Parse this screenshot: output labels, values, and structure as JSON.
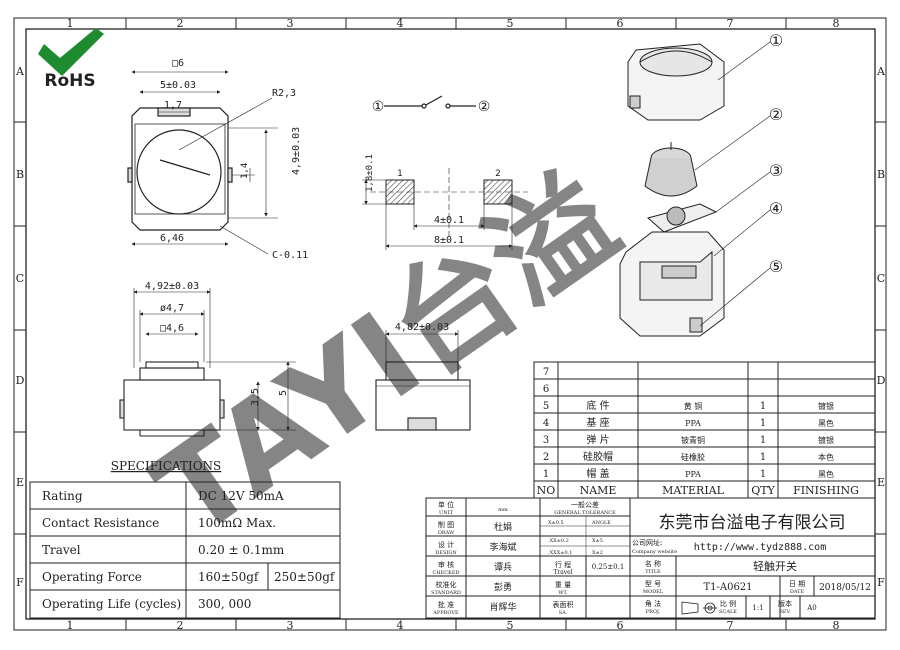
{
  "frame": {
    "columns": [
      "1",
      "2",
      "3",
      "4",
      "5",
      "6",
      "7",
      "8"
    ],
    "rows": [
      "A",
      "B",
      "C",
      "D",
      "E",
      "F"
    ]
  },
  "logo": {
    "text": "RoHS",
    "color": "#1e8c2e"
  },
  "watermark": {
    "text": "TAYI台溢",
    "color": "#7fb2e5"
  },
  "dims": {
    "top_square": "□6",
    "w503": "5±0.03",
    "w17": "1,7",
    "radius": "R2,3",
    "h14": "1,4",
    "h49": "4,9±0.03",
    "w646": "6,46",
    "chamfer": "C-0.11",
    "circuit_1": "①",
    "circuit_2": "②",
    "pad_h": "1,8±0.1",
    "pad_1": "1",
    "pad_2": "2",
    "pad_gap": "4±0.1",
    "pad_span": "8±0.1",
    "w492": "4,92±0.03",
    "d47": "ø4,7",
    "s46": "□4,6",
    "h35": "3,5",
    "h5": "5",
    "w482": "4,82±0.03"
  },
  "callouts": [
    "①",
    "②",
    "③",
    "④",
    "⑤"
  ],
  "specs": {
    "title": "SPECIFICATIONS",
    "rows": [
      {
        "label": "Rating",
        "value": "DC 12V 50mA"
      },
      {
        "label": "Contact Resistance",
        "value": "100mΩ Max."
      },
      {
        "label": "Travel",
        "value": "0.20 ± 0.1mm"
      },
      {
        "label": "Operating Force",
        "value": "160±50gf",
        "value2": "250±50gf"
      },
      {
        "label": "Operating Life (cycles)",
        "value": "300, 000"
      }
    ]
  },
  "bom": {
    "empty_rows": [
      "7",
      "6"
    ],
    "rows": [
      {
        "no": "5",
        "name": "底 件",
        "material": "黄 铜",
        "qty": "1",
        "finish": "镀银"
      },
      {
        "no": "4",
        "name": "基 座",
        "material": "PPA",
        "qty": "1",
        "finish": "黑色"
      },
      {
        "no": "3",
        "name": "弹 片",
        "material": "铍青铜",
        "qty": "1",
        "finish": "镀银"
      },
      {
        "no": "2",
        "name": "硅胶帽",
        "material": "硅橡胶",
        "qty": "1",
        "finish": "本色"
      },
      {
        "no": "1",
        "name": "帽 盖",
        "material": "PPA",
        "qty": "1",
        "finish": "黑色"
      }
    ],
    "header": {
      "no": "NO",
      "name": "NAME",
      "material": "MATERIAL",
      "qty": "QTY",
      "finish": "FINISHING"
    }
  },
  "titleblock": {
    "unit_label": "单 位",
    "unit_en": "UNIT",
    "unit_val": "mm",
    "tol_label": "一般公差",
    "tol_en": "GENERAL TOLERANCE",
    "tol_x": "X±0.5",
    "tol_angle": "ANGLE",
    "tol_xx": ".XX±0.2",
    "tol_x5": "X±5",
    "tol_xxx": ".XXX±0.1",
    "tol_x2": "X±2",
    "draw_label": "制 图",
    "draw_en": "DRAW",
    "draw_val": "杜娟",
    "design_label": "设 计",
    "design_en": "DESIGN",
    "design_val": "李海斌",
    "checked_label": "审 核",
    "checked_en": "CHECKED",
    "checked_val": "谭兵",
    "travel_label": "行 程",
    "travel_en": "Travel",
    "travel_val": "0.25±0.1",
    "std_label": "校准化",
    "std_en": "STANDARD",
    "std_val": "彭勇",
    "wt_label": "重 量",
    "wt_en": "WT.",
    "approve_label": "批 准",
    "approve_en": "APPROVE",
    "approve_val": "肖辉华",
    "sa_label": "表面积",
    "sa_en": "SA.",
    "company": "东莞市台溢电子有限公司",
    "web_label": "公司网址:",
    "web_label_en": "Company website",
    "web_url": "http://www.tydz888.com",
    "name_label": "名 称",
    "name_en": "TITLE",
    "name_val": "轻触开关",
    "model_label": "型 号",
    "model_en": "MODEL",
    "model_val": "T1-A0621",
    "date_label": "日 期",
    "date_en": "DATE",
    "date_val": "2018/05/12",
    "proj_label": "角 法",
    "proj_en": "PROJ.",
    "scale_label": "比 例",
    "scale_en": "SCALE",
    "scale_val": "1:1",
    "rev_label": "版本",
    "rev_en": "REV.",
    "rev_val": "A0"
  }
}
